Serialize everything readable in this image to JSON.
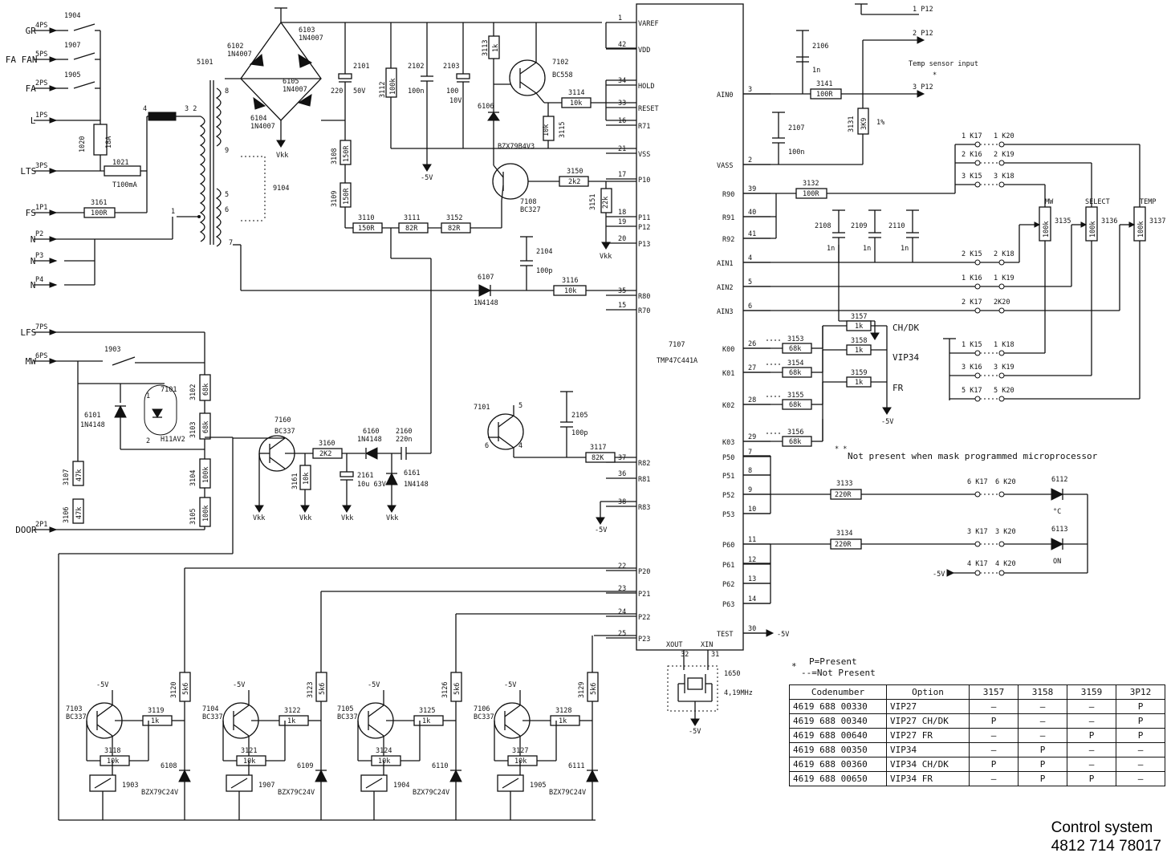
{
  "caption": {
    "title": "Control system",
    "number": "4812 714 78017"
  },
  "note": "Not present when mask programmed microprocessor",
  "note_marks": "* *",
  "temp_sensor": "Temp sensor input",
  "legend": {
    "mark": "*",
    "present": "P=Present",
    "not_present": "--=Not Present"
  },
  "table": {
    "headers": [
      "Codenumber",
      "Option",
      "3157",
      "3158",
      "3159",
      "3P12"
    ],
    "rows": [
      [
        "4619 688 00330",
        "VIP27",
        "—",
        "—",
        "—",
        "P"
      ],
      [
        "4619 688 00340",
        "VIP27 CH/DK",
        "P",
        "—",
        "—",
        "P"
      ],
      [
        "4619 688 00640",
        "VIP27 FR",
        "—",
        "—",
        "P",
        "P"
      ],
      [
        "4619 688 00350",
        "VIP34",
        "—",
        "P",
        "—",
        "—"
      ],
      [
        "4619 688 00360",
        "VIP34 CH/DK",
        "P",
        "P",
        "—",
        "—"
      ],
      [
        "4619 688 00650",
        "VIP34 FR",
        "—",
        "P",
        "P",
        "—"
      ]
    ]
  },
  "connectors_left": [
    {
      "name": "GR",
      "pin": "4PS",
      "sw": "1904"
    },
    {
      "name": "FA FAN",
      "pin": "5PS",
      "sw": "1907"
    },
    {
      "name": "FA",
      "pin": "2PS",
      "sw": "1905"
    },
    {
      "name": "L",
      "pin": "1PS"
    },
    {
      "name": "LTS",
      "pin": "3PS"
    },
    {
      "name": "FS",
      "pin": "1P1"
    },
    {
      "name": "N",
      "pin": "P2"
    },
    {
      "name": "N",
      "pin": "P3"
    },
    {
      "name": "N",
      "pin": "P4"
    },
    {
      "name": "LFS",
      "pin": "7PS"
    },
    {
      "name": "MW",
      "pin": "6PS"
    },
    {
      "name": "DOOR",
      "pin": "2P1"
    }
  ],
  "ic": {
    "ref": "7107",
    "type": "TMP47C441A",
    "left_pins": [
      {
        "n": "1",
        "name": "VAREF"
      },
      {
        "n": "42",
        "name": "VDD"
      },
      {
        "n": "34",
        "name": "HOLD"
      },
      {
        "n": "33",
        "name": "RESET"
      },
      {
        "n": "16",
        "name": "R71"
      },
      {
        "n": "21",
        "name": "VSS"
      },
      {
        "n": "17",
        "name": "P10"
      },
      {
        "n": "18",
        "name": "P11"
      },
      {
        "n": "19",
        "name": "P12"
      },
      {
        "n": "20",
        "name": "P13"
      },
      {
        "n": "35",
        "name": "R80"
      },
      {
        "n": "15",
        "name": "R70"
      },
      {
        "n": "37",
        "name": "R82"
      },
      {
        "n": "36",
        "name": "R81"
      },
      {
        "n": "38",
        "name": "R83"
      },
      {
        "n": "22",
        "name": "P20"
      },
      {
        "n": "23",
        "name": "P21"
      },
      {
        "n": "24",
        "name": "P22"
      },
      {
        "n": "25",
        "name": "P23"
      }
    ],
    "right_pins": [
      {
        "n": "3",
        "name": "AIN0"
      },
      {
        "n": "2",
        "name": "VASS"
      },
      {
        "n": "39",
        "name": "R90"
      },
      {
        "n": "40",
        "name": "R91"
      },
      {
        "n": "41",
        "name": "R92"
      },
      {
        "n": "4",
        "name": "AIN1"
      },
      {
        "n": "5",
        "name": "AIN2"
      },
      {
        "n": "6",
        "name": "AIN3"
      },
      {
        "n": "26",
        "name": "K00"
      },
      {
        "n": "27",
        "name": "K01"
      },
      {
        "n": "28",
        "name": "K02"
      },
      {
        "n": "29",
        "name": "K03"
      },
      {
        "n": "7",
        "name": "P50"
      },
      {
        "n": "8",
        "name": "P51"
      },
      {
        "n": "9",
        "name": "P52"
      },
      {
        "n": "10",
        "name": "P53"
      },
      {
        "n": "11",
        "name": "P60"
      },
      {
        "n": "12",
        "name": "P61"
      },
      {
        "n": "13",
        "name": "P62"
      },
      {
        "n": "14",
        "name": "P63"
      },
      {
        "n": "30",
        "name": "TEST"
      }
    ],
    "bottom_pins": [
      {
        "n": "32",
        "name": "XOUT"
      },
      {
        "n": "31",
        "name": "XIN"
      }
    ]
  },
  "crystal": {
    "ref": "1650",
    "freq": "4,19MHz"
  },
  "pots": [
    {
      "label": "MW",
      "ref": "3135",
      "val": "100k"
    },
    {
      "label": "SELECT",
      "ref": "3136",
      "val": "100k"
    },
    {
      "label": "TEMP",
      "ref": "3137",
      "val": "100k"
    }
  ],
  "leds": [
    {
      "ref": "6112",
      "label": "°C"
    },
    {
      "ref": "6113",
      "label": "ON"
    }
  ],
  "options_labels": [
    "CH/DK",
    "VIP34",
    "FR"
  ],
  "relays": [
    {
      "t": "7103",
      "type": "BC337",
      "relay": "1903",
      "d": "6108",
      "dtype": "BZX79C24V",
      "r1": "3120",
      "r1v": "5k6",
      "r2": "3119",
      "r2v": "1k",
      "r3": "3118",
      "r3v": "10k"
    },
    {
      "t": "7104",
      "type": "BC337",
      "relay": "1907",
      "d": "6109",
      "dtype": "BZX79C24V",
      "r1": "3123",
      "r1v": "5k6",
      "r2": "3122",
      "r2v": "1k",
      "r3": "3121",
      "r3v": "10k"
    },
    {
      "t": "7105",
      "type": "BC337",
      "relay": "1904",
      "d": "6110",
      "dtype": "BZX79C24V",
      "r1": "3126",
      "r1v": "5k6",
      "r2": "3125",
      "r2v": "1k",
      "r3": "3124",
      "r3v": "10k"
    },
    {
      "t": "7106",
      "type": "BC337",
      "relay": "1905",
      "d": "6111",
      "dtype": "BZX79C24V",
      "r1": "3129",
      "r1v": "5k6",
      "r2": "3128",
      "r2v": "1k",
      "r3": "3127",
      "r3v": "10k"
    }
  ]
}
